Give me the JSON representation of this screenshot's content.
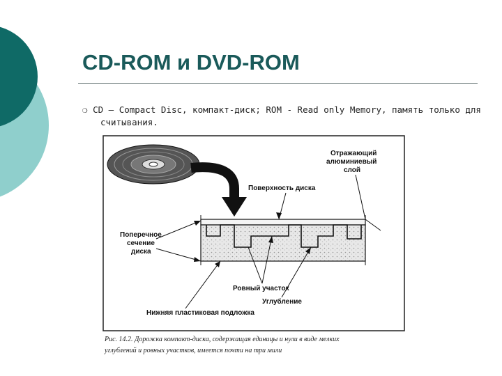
{
  "slide": {
    "title": "CD-ROM и DVD-ROM",
    "bullet": "❍",
    "text": "CD — Compact Disc, компакт-диск; ROM - Read only Memory, память только для считывания."
  },
  "figure": {
    "labels": {
      "reflective_layer_1": "Отражающий",
      "reflective_layer_2": "алюминиевый",
      "reflective_layer_3": "слой",
      "surface": "Поверхность диска",
      "cross_section_1": "Поперечное",
      "cross_section_2": "сечение",
      "cross_section_3": "диска",
      "land": "Ровный участок",
      "pit": "Углубление",
      "substrate": "Нижняя пластиковая подложка"
    },
    "caption_line1": "Рис. 14.2. Дорожка компакт-диска, содержащая единицы и нули в виде мелких",
    "caption_line2": "углублений и ровных участков, имеется почти на три мили"
  },
  "colors": {
    "title": "#1a5a5a",
    "deco_dark": "#0f6a66",
    "deco_light": "#8fcfcc"
  }
}
